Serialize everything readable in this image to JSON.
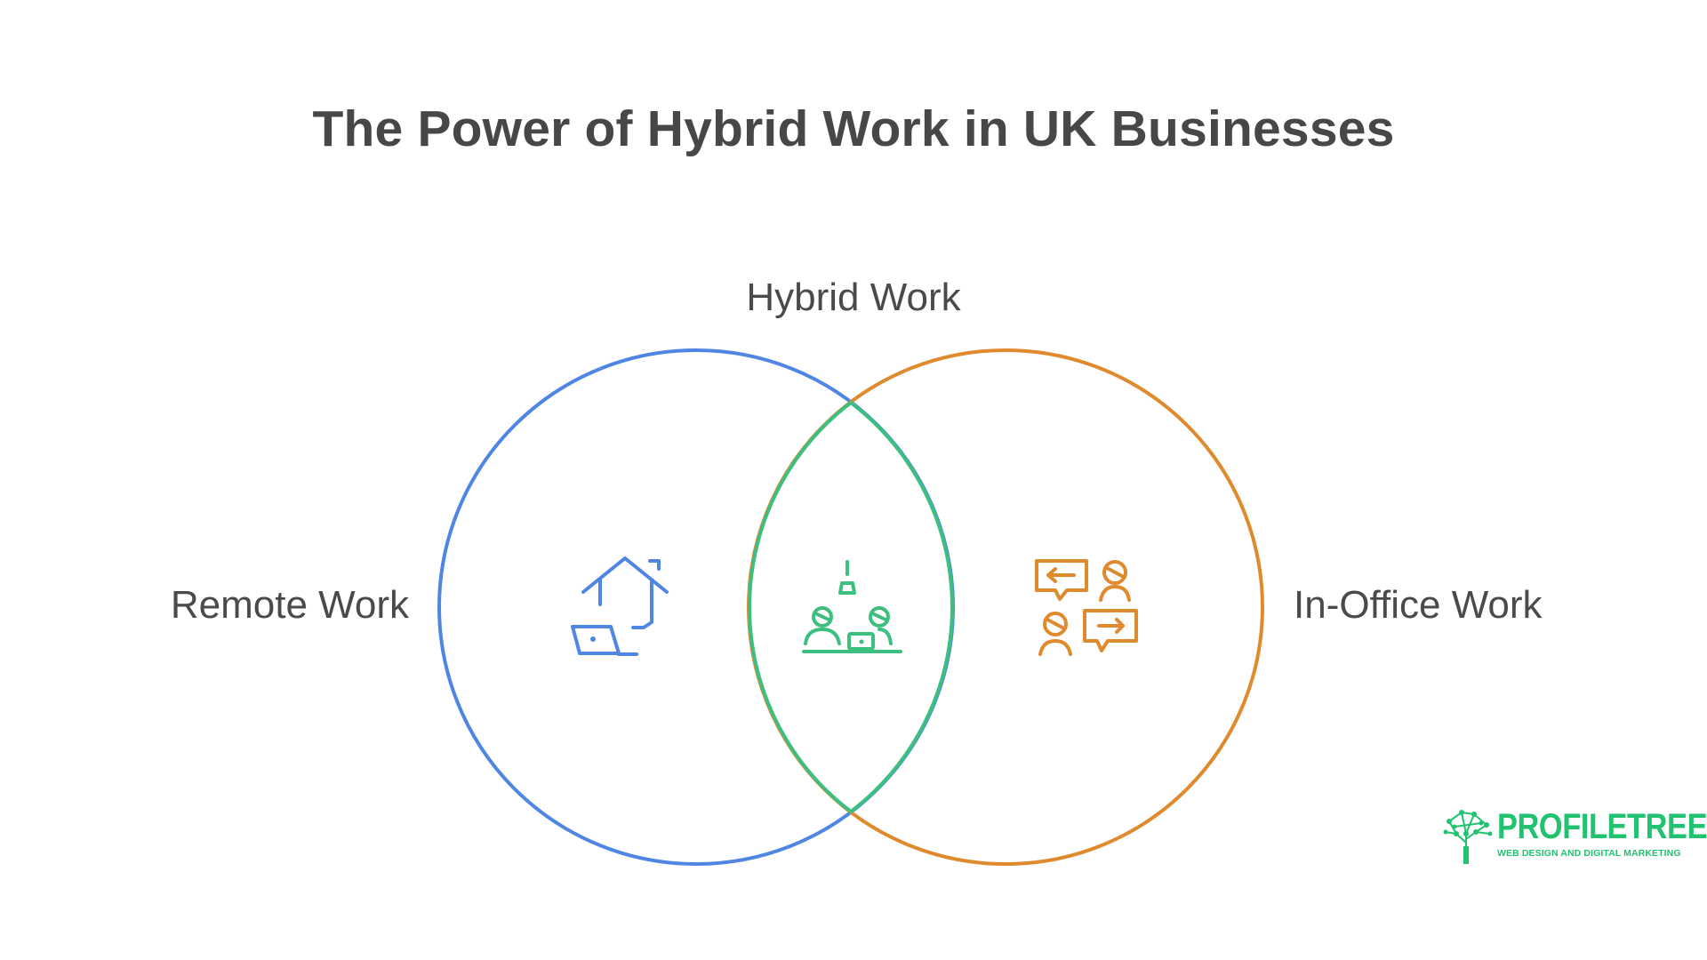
{
  "title": "The Power of Hybrid Work in UK Businesses",
  "sets": {
    "left": {
      "label": "Remote Work",
      "color": "#4f86e3",
      "icon": "home-laptop-icon"
    },
    "right": {
      "label": "In-Office Work",
      "color": "#e08a2e",
      "icon": "office-conversation-icon"
    },
    "overlap": {
      "label": "Hybrid Work",
      "color": "#3dbf7f",
      "icon": "shared-desk-icon"
    }
  },
  "logo": {
    "name": "PROFILETREE",
    "tagline": "WEB DESIGN AND DIGITAL MARKETING",
    "color": "#21c270"
  }
}
